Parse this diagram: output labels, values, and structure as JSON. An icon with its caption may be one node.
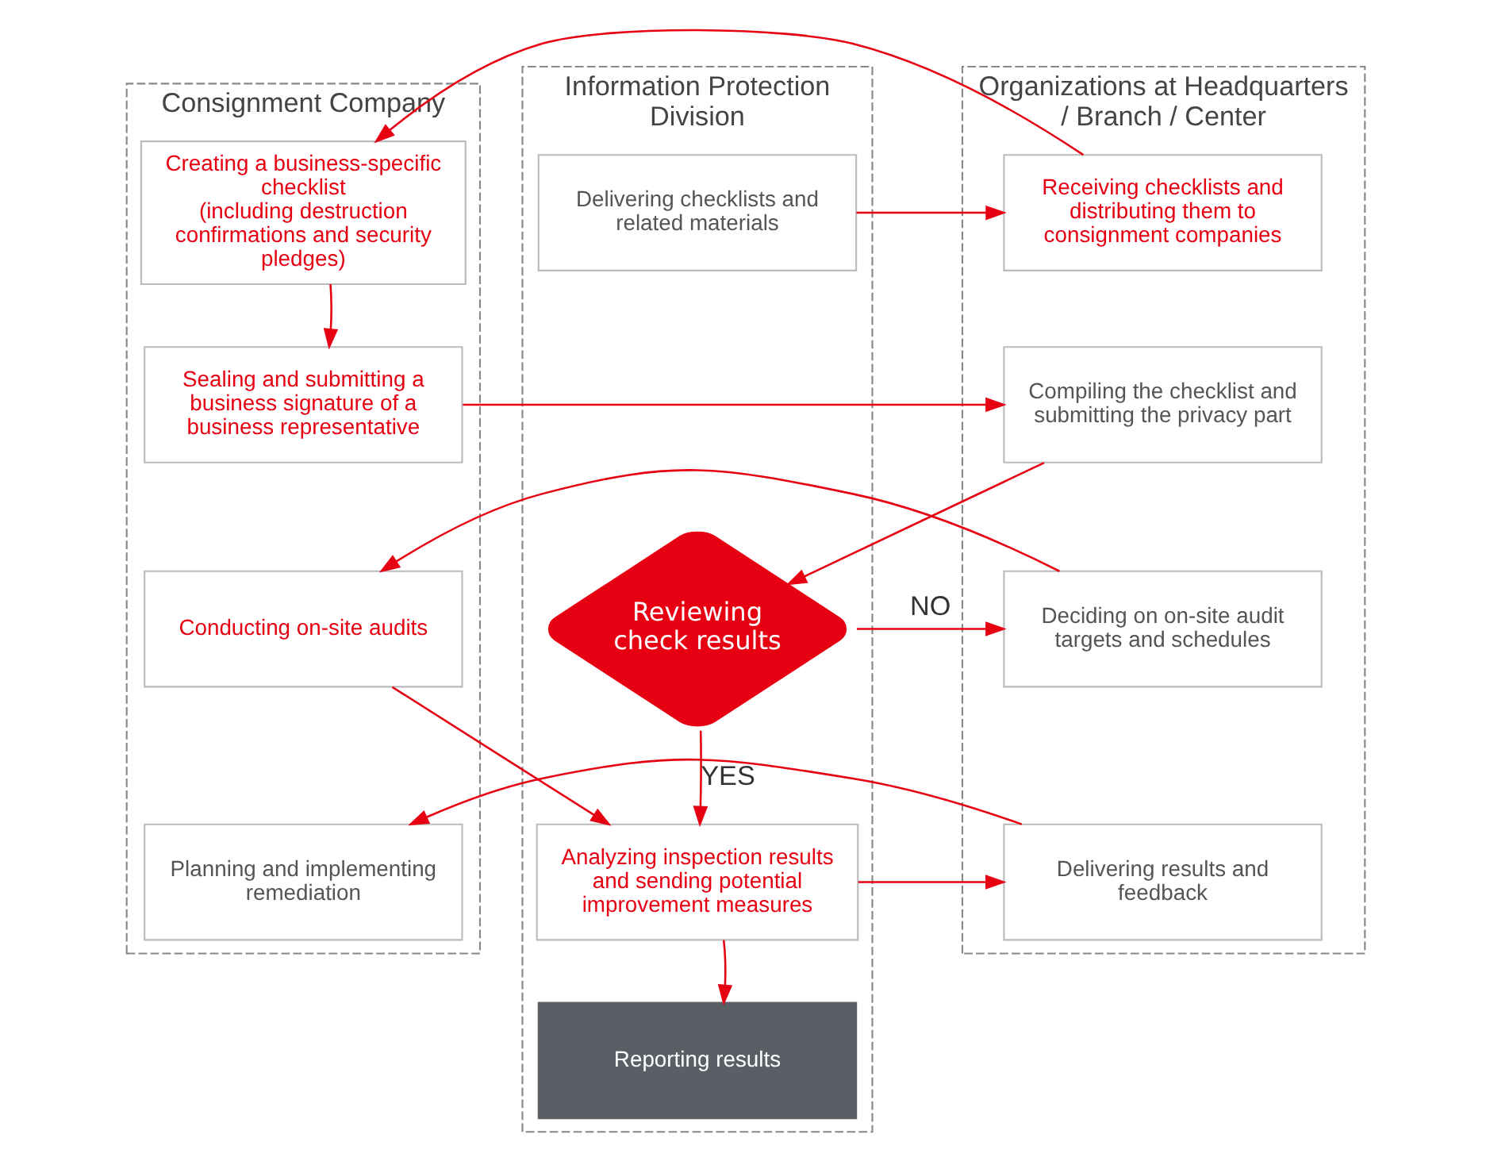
{
  "diagram": {
    "nodes": [
      {
        "text": [
          "Information Protection Division"
        ]
      },
      {
        "text": [
          "Organizations at Headquarters / Branch / Center"
        ]
      },
      {
        "text": [
          "Consignment Company"
        ]
      },
      {
        "text": [
          "Delivering checklists and related materials"
        ],
        "in": 0
      },
      {
        "text": [
          "Receiving checklists and distributing them to consignment companies"
        ],
        "in": 1
      },
      {
        "text": [
          "Creating a business-specific checklist",
          "(including destruction confirmations and security pledges)"
        ],
        "in": 2
      },
      {
        "text": [
          "Sealing and submitting a business signature of a business representative"
        ],
        "in": 2
      },
      {
        "text": [
          "Compiling the checklist and submitting the privacy part"
        ],
        "in": 1
      },
      {
        "text": [
          "Reviewing check results"
        ],
        "in": 0
      },
      {
        "text": [
          "Deciding on on-site audit targets and schedules"
        ],
        "in": 1
      },
      {
        "text": [
          "Conducting on-site audits"
        ],
        "in": 2
      },
      {
        "text": [
          "Analyzing inspection results and sending potential improvement measures"
        ],
        "in": 0
      },
      {
        "text": [
          "Delivering results and feedback"
        ],
        "in": 1
      },
      {
        "text": [
          "Planning and implementing remediation"
        ],
        "in": 2
      },
      {
        "text": [
          "Reporting results"
        ],
        "in": 0
      }
    ],
    "edges": [
      {
        "from": 3,
        "to": 4,
        "arrow": "to"
      },
      {
        "from": 4,
        "to": 5,
        "arrow": "to"
      },
      {
        "from": 5,
        "to": 6,
        "arrow": "to"
      },
      {
        "from": 6,
        "to": 7,
        "arrow": "to"
      },
      {
        "from": 7,
        "to": 8,
        "arrow": "to"
      },
      {
        "from": 8,
        "to": 9,
        "label": "NO",
        "arrow": "to"
      },
      {
        "from": 9,
        "to": 10,
        "arrow": "to"
      },
      {
        "from": 10,
        "to": 11,
        "arrow": "to"
      },
      {
        "from": 8,
        "to": 11,
        "label": "YES",
        "arrow": "to"
      },
      {
        "from": 11,
        "to": 12,
        "arrow": "to"
      },
      {
        "from": 12,
        "to": 13,
        "arrow": "to"
      },
      {
        "from": 11,
        "to": 14,
        "arrow": "to"
      }
    ]
  }
}
